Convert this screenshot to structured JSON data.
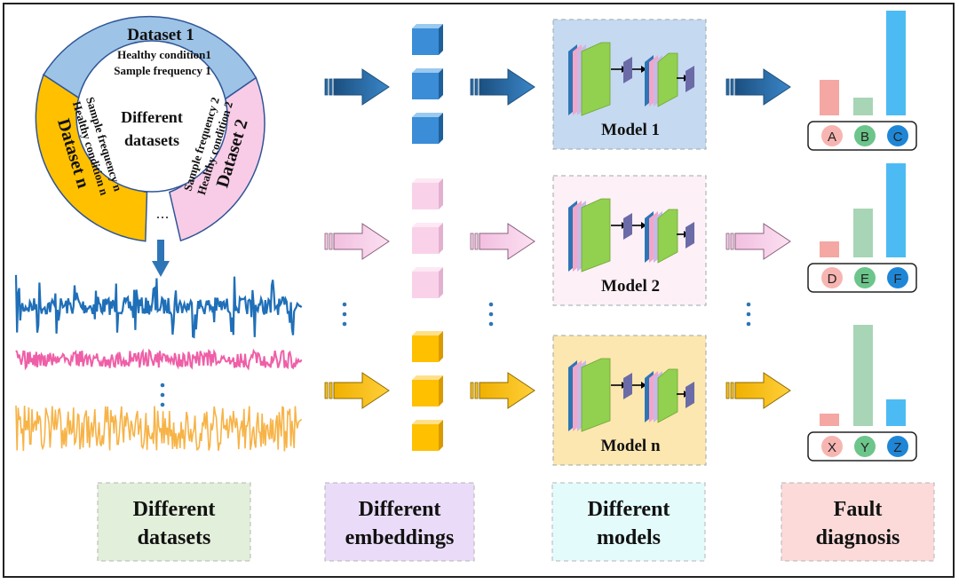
{
  "datasets_ring": {
    "center_line1": "Different",
    "center_line2": "datasets",
    "d1_title": "Dataset 1",
    "d1_line1": "Healthy condition1",
    "d1_line2": "Sample frequency 1",
    "d2_title": "Dataset 2",
    "d2_line1": "Healthy condition 2",
    "d2_line2": "Sample frequency 2",
    "dn_title": "Dataset n",
    "dn_line1": "Healthy condition n",
    "dn_line2": "Sample frequency n",
    "ellipsis": "..."
  },
  "models": [
    {
      "label": "Model 1"
    },
    {
      "label": "Model 2"
    },
    {
      "label": "Model n"
    }
  ],
  "outputs": [
    {
      "classes": [
        "A",
        "B",
        "C"
      ]
    },
    {
      "classes": [
        "D",
        "E",
        "F"
      ]
    },
    {
      "classes": [
        "X",
        "Y",
        "Z"
      ]
    }
  ],
  "bottom_labels": [
    {
      "line1": "Different",
      "line2": "datasets"
    },
    {
      "line1": "Different",
      "line2": "embeddings"
    },
    {
      "line1": "Different",
      "line2": "models"
    },
    {
      "line1": "Fault",
      "line2": "diagnosis"
    }
  ],
  "colors": {
    "blue": "#2e75b6",
    "pink": "#f5c6e0",
    "gold": "#ffc000",
    "bar_red": "#f4a7a3",
    "bar_green": "#a8d5b5",
    "bar_blue": "#4dbbf3"
  }
}
